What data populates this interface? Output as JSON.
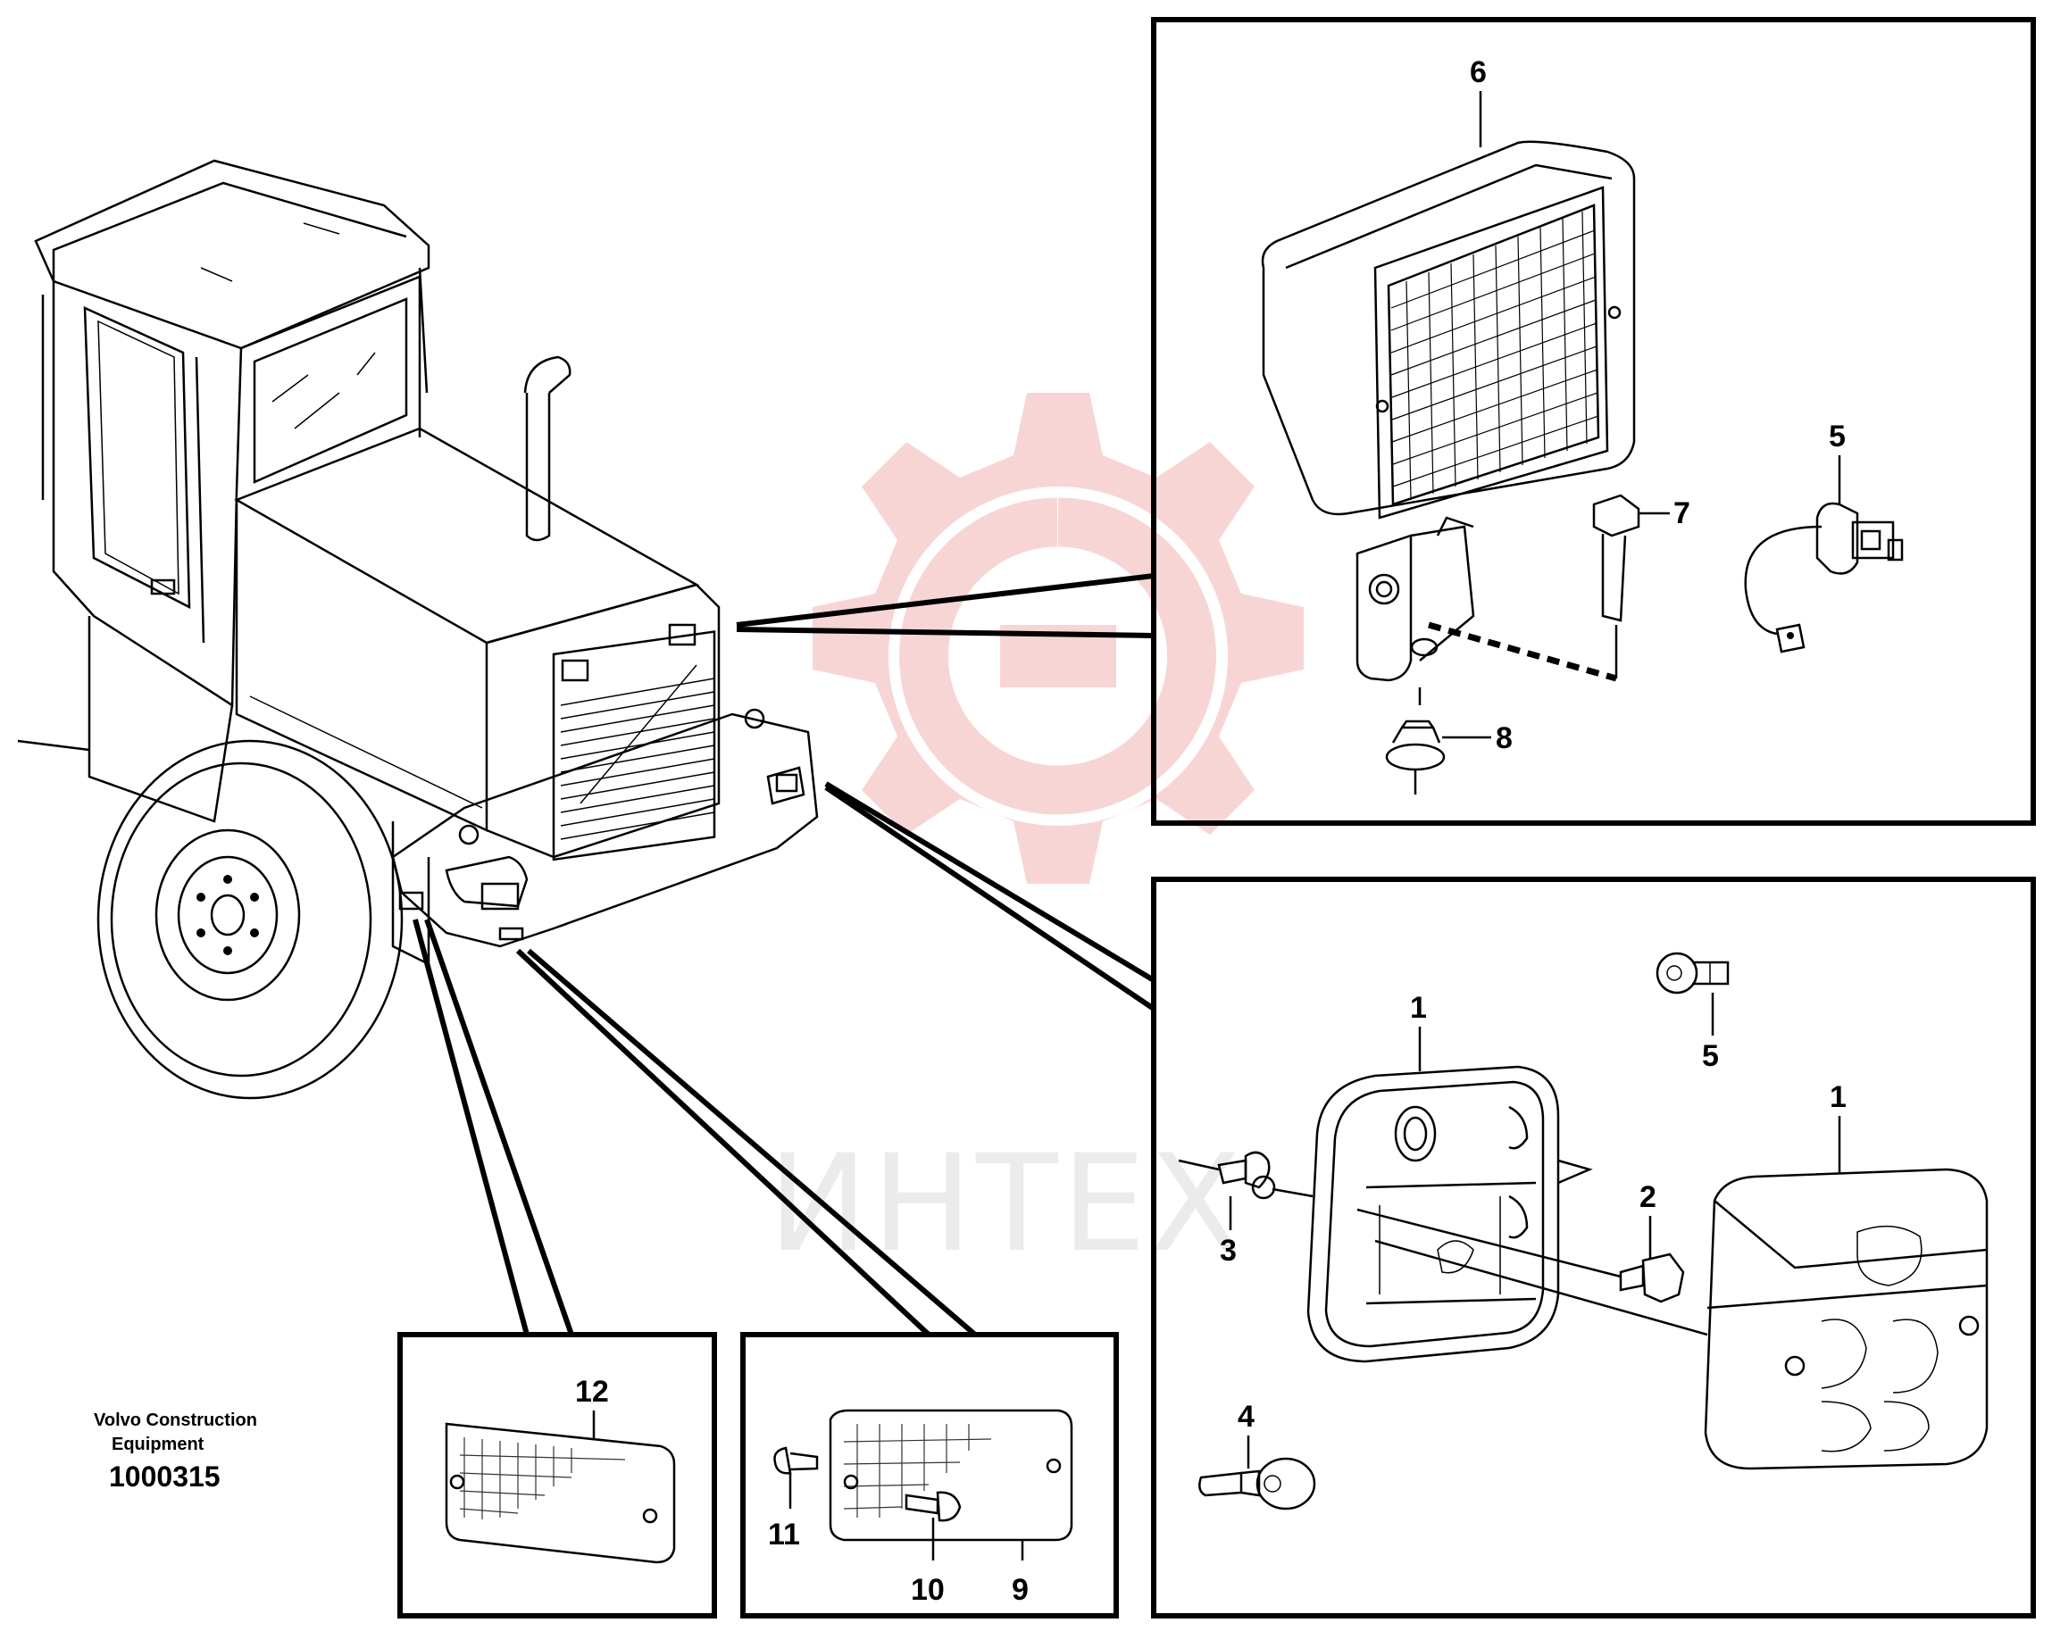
{
  "credit": {
    "line1": "Volvo Construction",
    "line2": "Equipment",
    "figure_number": "1000315"
  },
  "watermark": {
    "text": "ИНТЕХ",
    "color": "#f2a6a6"
  },
  "callouts": {
    "c1a": "1",
    "c1b": "1",
    "c2": "2",
    "c3": "3",
    "c4": "4",
    "c5a": "5",
    "c5b": "5",
    "c6": "6",
    "c7": "7",
    "c8": "8",
    "c9": "9",
    "c10": "10",
    "c11": "11",
    "c12": "12"
  }
}
